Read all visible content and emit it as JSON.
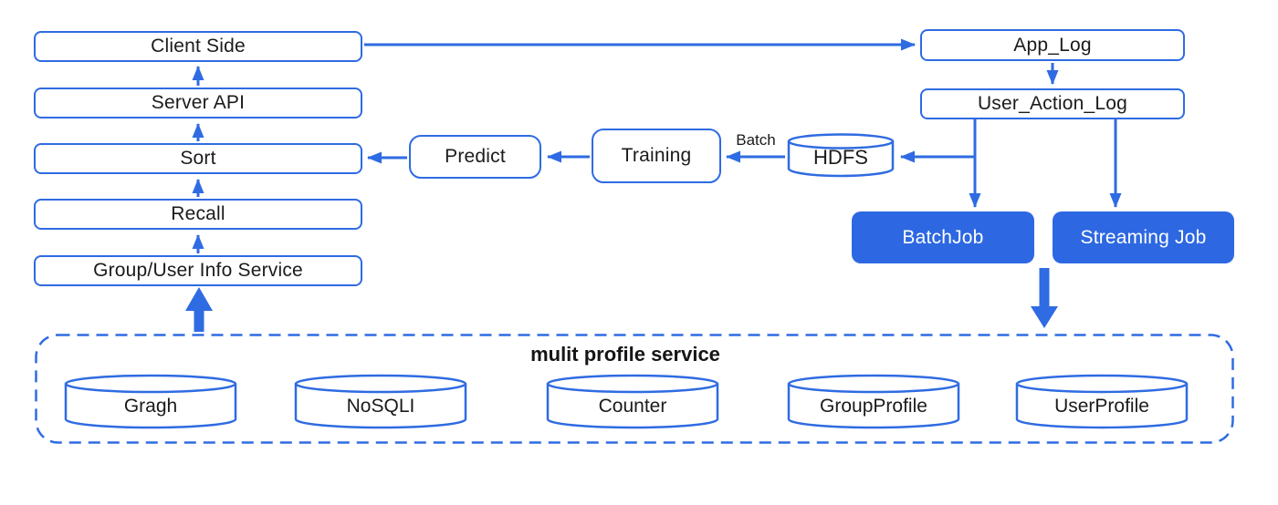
{
  "colors": {
    "accent_blue": "#2F6BE2",
    "job_fill_blue": "#2D68E2",
    "text_dark": "#1B1B1D",
    "job_text_white": "#FFFFFF",
    "background": "#FFFFFF"
  },
  "nodes": {
    "client_side": "Client Side",
    "server_api": "Server API",
    "sort": "Sort",
    "recall": "Recall",
    "group_user_info_service": "Group/User Info Service",
    "predict": "Predict",
    "training": "Training",
    "hdfs": "HDFS",
    "app_log": "App_Log",
    "user_action_log": "User_Action_Log",
    "batch_job": "BatchJob",
    "streaming_job": "Streaming Job"
  },
  "edge_labels": {
    "batch": "Batch"
  },
  "profile_service": {
    "title": "mulit profile service",
    "stores": [
      "Gragh",
      "NoSQLI",
      "Counter",
      "GroupProfile",
      "UserProfile"
    ]
  }
}
